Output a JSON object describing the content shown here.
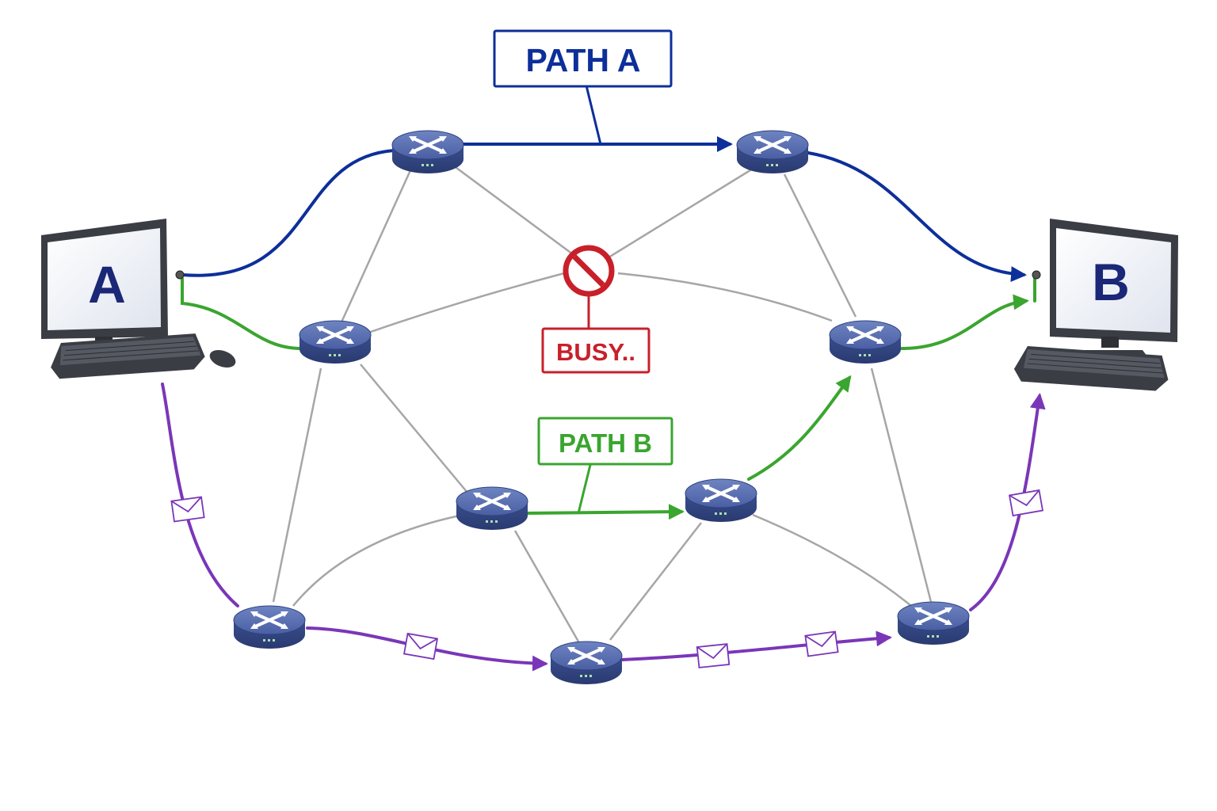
{
  "computers": {
    "a": {
      "letter": "A"
    },
    "b": {
      "letter": "B"
    }
  },
  "labels": {
    "path_a": "PATH A",
    "path_b": "PATH B",
    "busy": "BUSY.."
  },
  "colors": {
    "path_a": "#0d2f9a",
    "path_b": "#3aa52f",
    "path_c": "#7a36b8",
    "busy": "#c8202a",
    "mesh": "#a6a6a6",
    "router": "#3f5597"
  },
  "icons": {
    "router": "router-icon",
    "blocked": "no-entry-icon",
    "packet": "envelope-icon",
    "computer": "desktop-computer-icon"
  }
}
